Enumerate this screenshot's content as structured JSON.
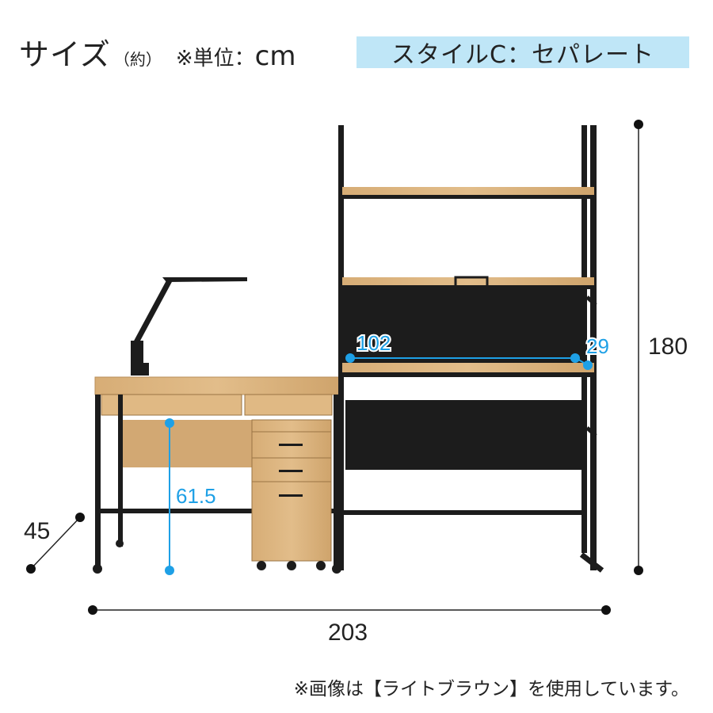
{
  "header": {
    "title": "サイズ",
    "approx": "（約）",
    "unit_label": "※単位：",
    "unit_value": "cm",
    "style_badge": "スタイルC：セパレート"
  },
  "dimensions": {
    "width": "203",
    "height": "180",
    "depth": "45",
    "desk_height": "61.5",
    "shelf_width": "102",
    "shelf_depth": "29"
  },
  "footnote": "※画像は【ライトブラウン】を使用しています。",
  "colors": {
    "wood": "#d9b07a",
    "frame": "#1c1c1c",
    "accent_blue": "#1ea0e6",
    "badge_bg": "#bfe6f7"
  }
}
